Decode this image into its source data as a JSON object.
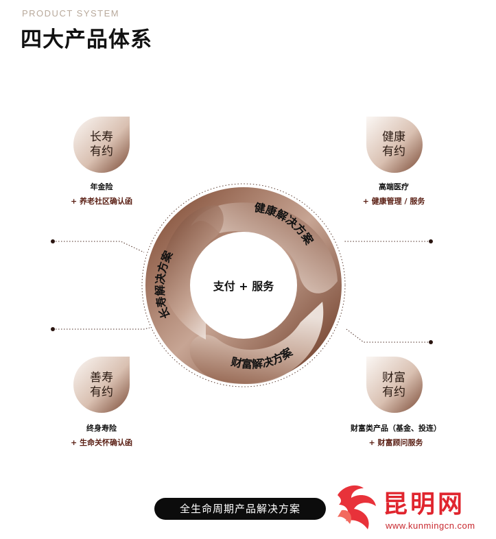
{
  "header": {
    "subtitle": "PRODUCT SYSTEM",
    "title": "四大产品体系"
  },
  "center_label": "支付 + 服务",
  "ring_segments": {
    "longevity": "长寿解决方案",
    "health": "健康解决方案",
    "wealth": "财富解决方案"
  },
  "badges": {
    "longevity": {
      "line1": "长寿",
      "line2": "有约",
      "caption_main": "年金险",
      "caption_sub": "+ 养老社区确认函"
    },
    "health": {
      "line1": "健康",
      "line2": "有约",
      "caption_main": "高端医疗",
      "caption_sub": "+ 健康管理 / 服务"
    },
    "kindness": {
      "line1": "善寿",
      "line2": "有约",
      "caption_main": "终身寿险",
      "caption_sub": "+ 生命关怀确认函"
    },
    "wealth": {
      "line1": "财富",
      "line2": "有约",
      "caption_main": "财富类产品（基金、投连）",
      "caption_sub": "+ 财富顾问服务"
    }
  },
  "footer": {
    "pill_label": "全生命周期产品解决方案",
    "logo_text": "昆明网",
    "logo_url": "www.kunmingcn.com"
  },
  "colors": {
    "accent_dark": "#7a4a36",
    "accent_light": "#f3ebe6",
    "caption_sub": "#5a1f14",
    "logo_red": "#e0252e"
  }
}
